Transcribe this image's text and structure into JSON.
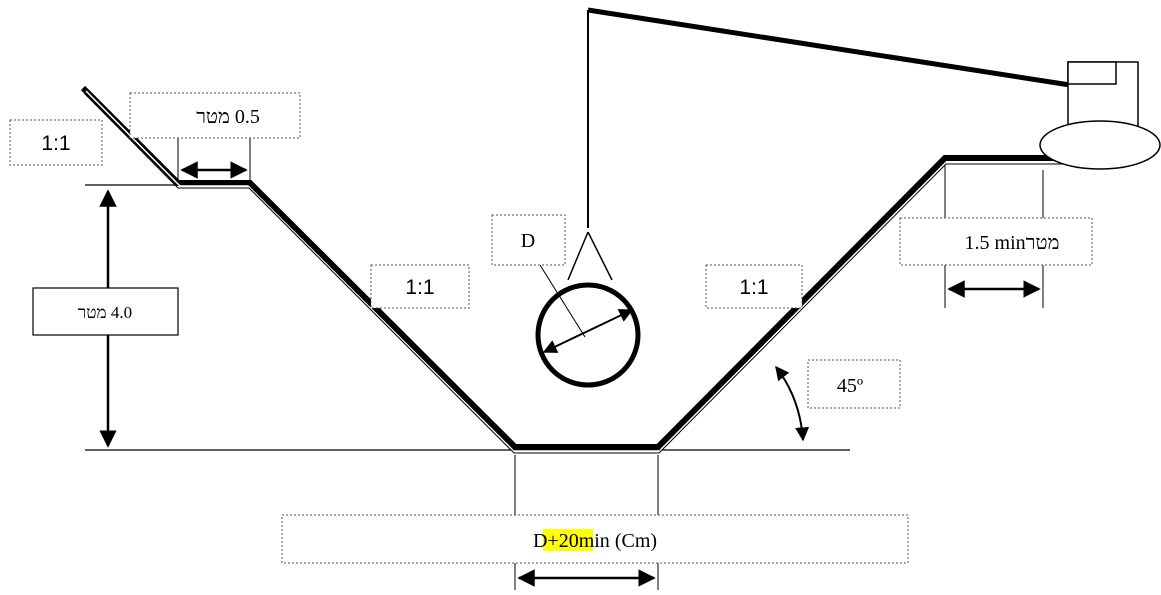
{
  "labels": {
    "top_bench_width": "0.5 מטר",
    "left_slope_top": "1:1",
    "depth": "4.0 מטר",
    "left_slope_mid": "1:1",
    "pipe_diameter": "D",
    "right_slope": "1:1",
    "right_setback": "1.5 minמטר",
    "angle": "45º",
    "bottom_width_prefix": "D+",
    "bottom_width_highlight": "20min",
    "bottom_width_suffix": " (Cm)"
  },
  "colors": {
    "line": "#000000",
    "highlight": "#ffff00",
    "box_border": "#555555"
  }
}
